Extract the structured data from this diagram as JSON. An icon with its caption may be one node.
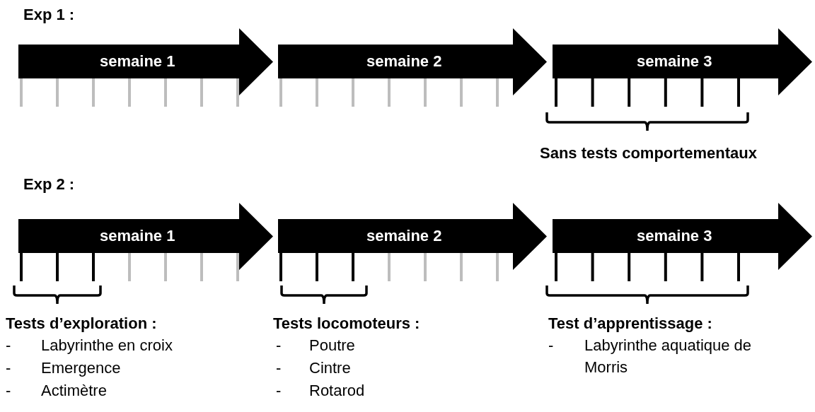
{
  "diagram": {
    "nodes": [
      {
        "text": [
          "semaine 1"
        ]
      },
      {
        "text": [
          "semaine 2"
        ]
      },
      {
        "text": [
          "semaine 3"
        ]
      },
      {
        "text": [
          "semaine 1"
        ]
      },
      {
        "text": [
          "semaine 2"
        ]
      },
      {
        "text": [
          "semaine 3"
        ]
      }
    ],
    "edges": [],
    "labels": [
      "Exp 1 :",
      "Sans tests comportementaux",
      "Exp 2 :",
      "Tests d’exploration :",
      "-",
      "Labyrinthe en croix",
      "-",
      "Emergence",
      "-",
      "Actimètre",
      "Tests locomoteurs :",
      "-",
      "Poutre",
      "-",
      "Cintre",
      "-",
      "Rotarod",
      "Test d’apprentissage :",
      "-",
      "Labyrinthe aquatique de Morris"
    ]
  }
}
